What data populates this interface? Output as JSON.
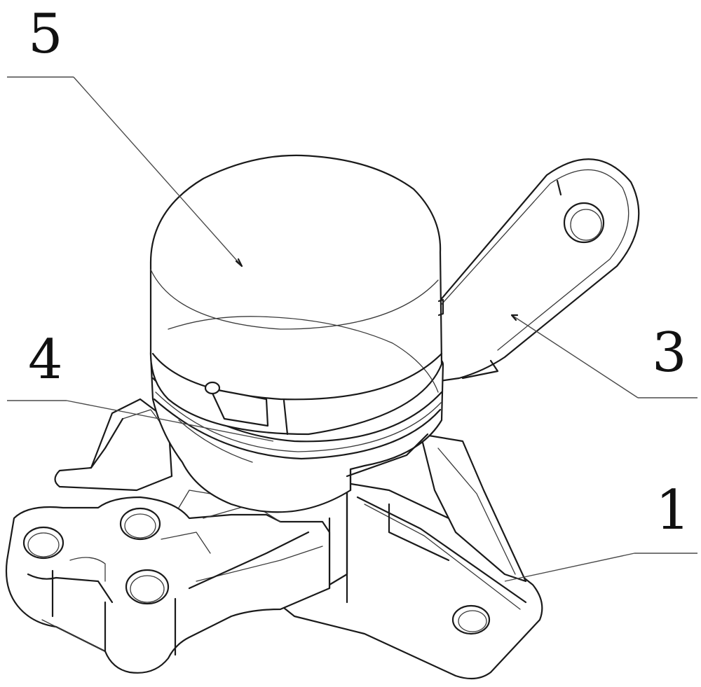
{
  "callouts": {
    "part_1": "1",
    "part_3": "3",
    "part_4": "4",
    "part_5": "5"
  }
}
